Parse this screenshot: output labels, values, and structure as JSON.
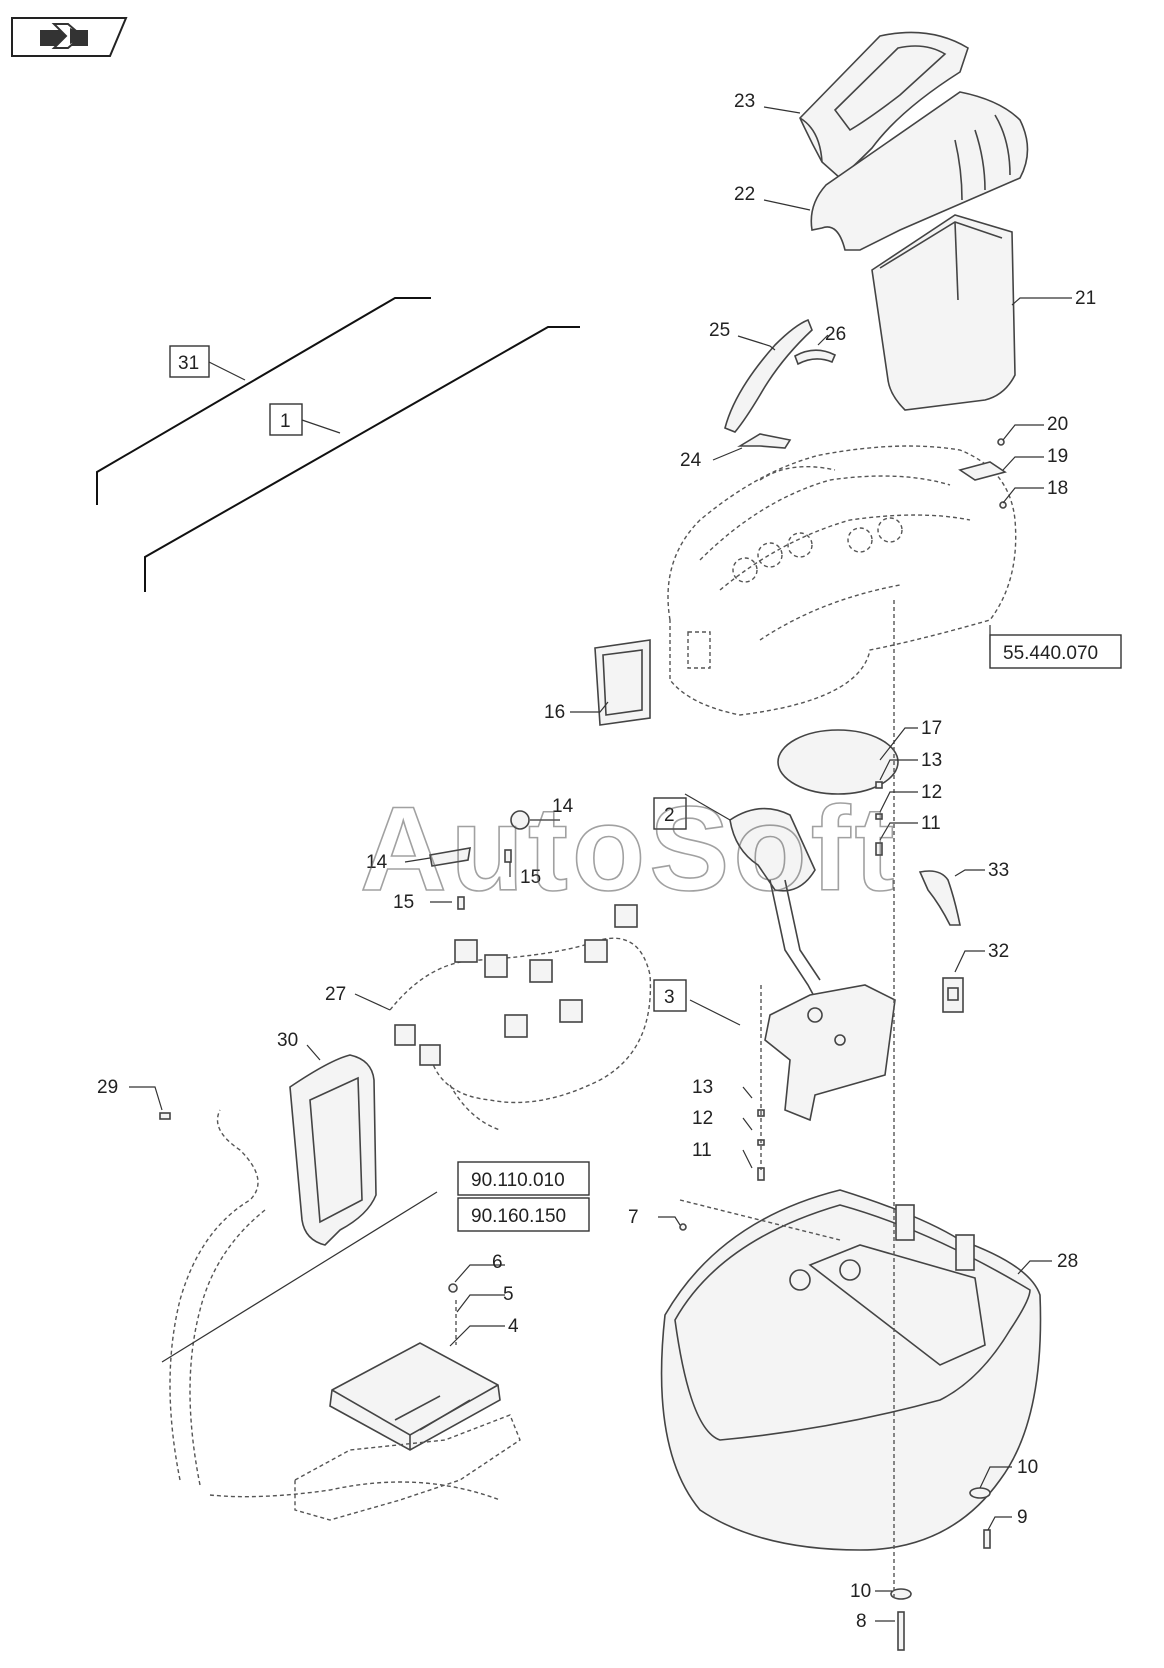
{
  "watermark": "AutoSoft",
  "nav_badge": {
    "icon": "return-arrow-icon"
  },
  "callouts": {
    "c1": "1",
    "c2": "2",
    "c3": "3",
    "c4": "4",
    "c5": "5",
    "c6": "6",
    "c7": "7",
    "c8": "8",
    "c9": "9",
    "c10a": "10",
    "c10b": "10",
    "c11a": "11",
    "c11b": "11",
    "c12a": "12",
    "c12b": "12",
    "c13a": "13",
    "c13b": "13",
    "c14a": "14",
    "c14b": "14",
    "c15a": "15",
    "c15b": "15",
    "c16": "16",
    "c17": "17",
    "c18": "18",
    "c19": "19",
    "c20": "20",
    "c21": "21",
    "c22": "22",
    "c23": "23",
    "c24": "24",
    "c25": "25",
    "c26": "26",
    "c27": "27",
    "c28": "28",
    "c29": "29",
    "c30": "30",
    "c31": "31",
    "c32": "32",
    "c33": "33"
  },
  "references": {
    "ref_console": "55.440.070",
    "ref_display_a": "90.110.010",
    "ref_display_b": "90.160.150"
  },
  "colors": {
    "line": "#444444",
    "label": "#222222",
    "background": "#ffffff"
  }
}
